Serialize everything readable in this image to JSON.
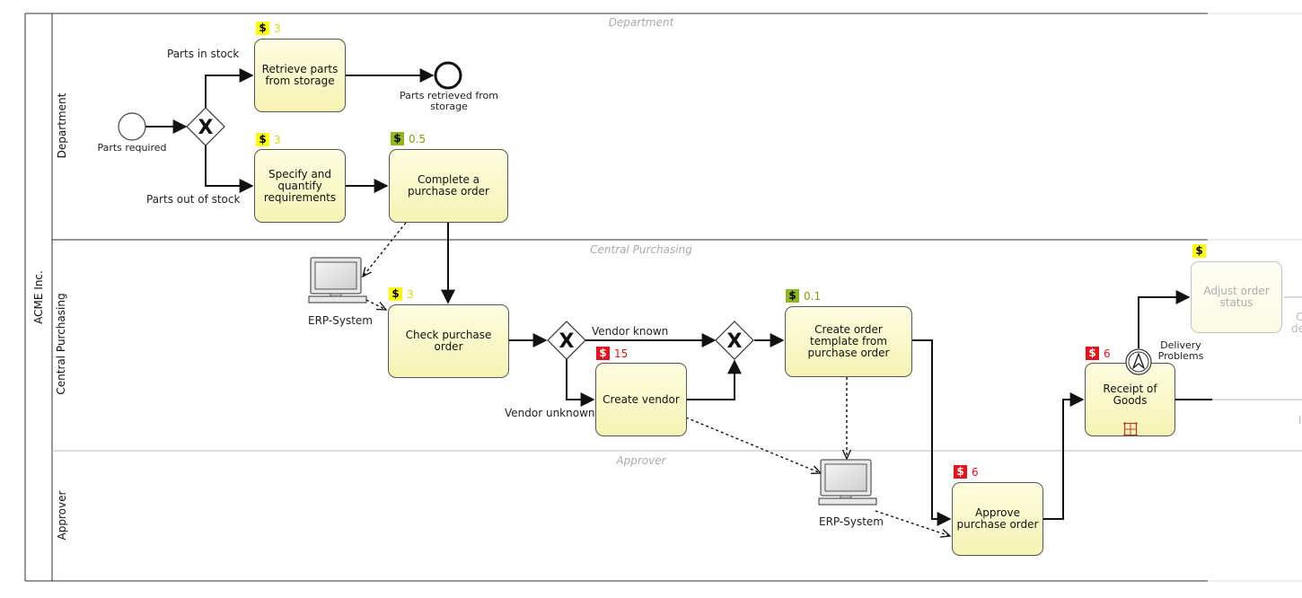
{
  "pool": {
    "name": "ACME Inc."
  },
  "lanes": [
    {
      "name": "Department",
      "title": "Department"
    },
    {
      "name": "Central Purchasing",
      "title": "Central Purchasing"
    },
    {
      "name": "Approver",
      "title": "Approver"
    }
  ],
  "tasks": {
    "retrieve_parts": "Retrieve parts from storage",
    "specify_requirements": "Specify and quantify requirements",
    "complete_po": "Complete a purchase order",
    "check_po": "Check purchase order",
    "create_vendor": "Create vendor",
    "create_template": "Create order template from purchase order",
    "approve_po": "Approve purchase order",
    "receipt_goods": "Receipt of Goods",
    "adjust_status": "Adjust order status",
    "cut_off_1": "C",
    "cut_off_2": "de",
    "cut_off_3": "I"
  },
  "costs": {
    "retrieve_parts": "3",
    "specify_requirements": "3",
    "complete_po": "0.5",
    "check_po": "3",
    "create_vendor": "15",
    "create_template": "0.1",
    "approve_po": "6",
    "receipt_goods": "6",
    "adjust_status": "",
    "symbol": "$"
  },
  "events": {
    "start": "Parts required",
    "end": "Parts retrieved from storage"
  },
  "flow_labels": {
    "in_stock": "Parts in stock",
    "out_of_stock": "Parts out of stock",
    "vendor_known": "Vendor known",
    "vendor_unknown": "Vendor unknown",
    "delivery_problems": "Delivery Problems"
  },
  "systems": {
    "erp_1": "ERP-System",
    "erp_2": "ERP-System"
  },
  "gateway_symbol": "X",
  "colors": {
    "task_fill_top": "#fdfde0",
    "task_fill_bottom": "#f6f3b4",
    "cost_low": "#ffff00",
    "cost_medium": "#8db81b",
    "cost_high": "#e8121a"
  }
}
